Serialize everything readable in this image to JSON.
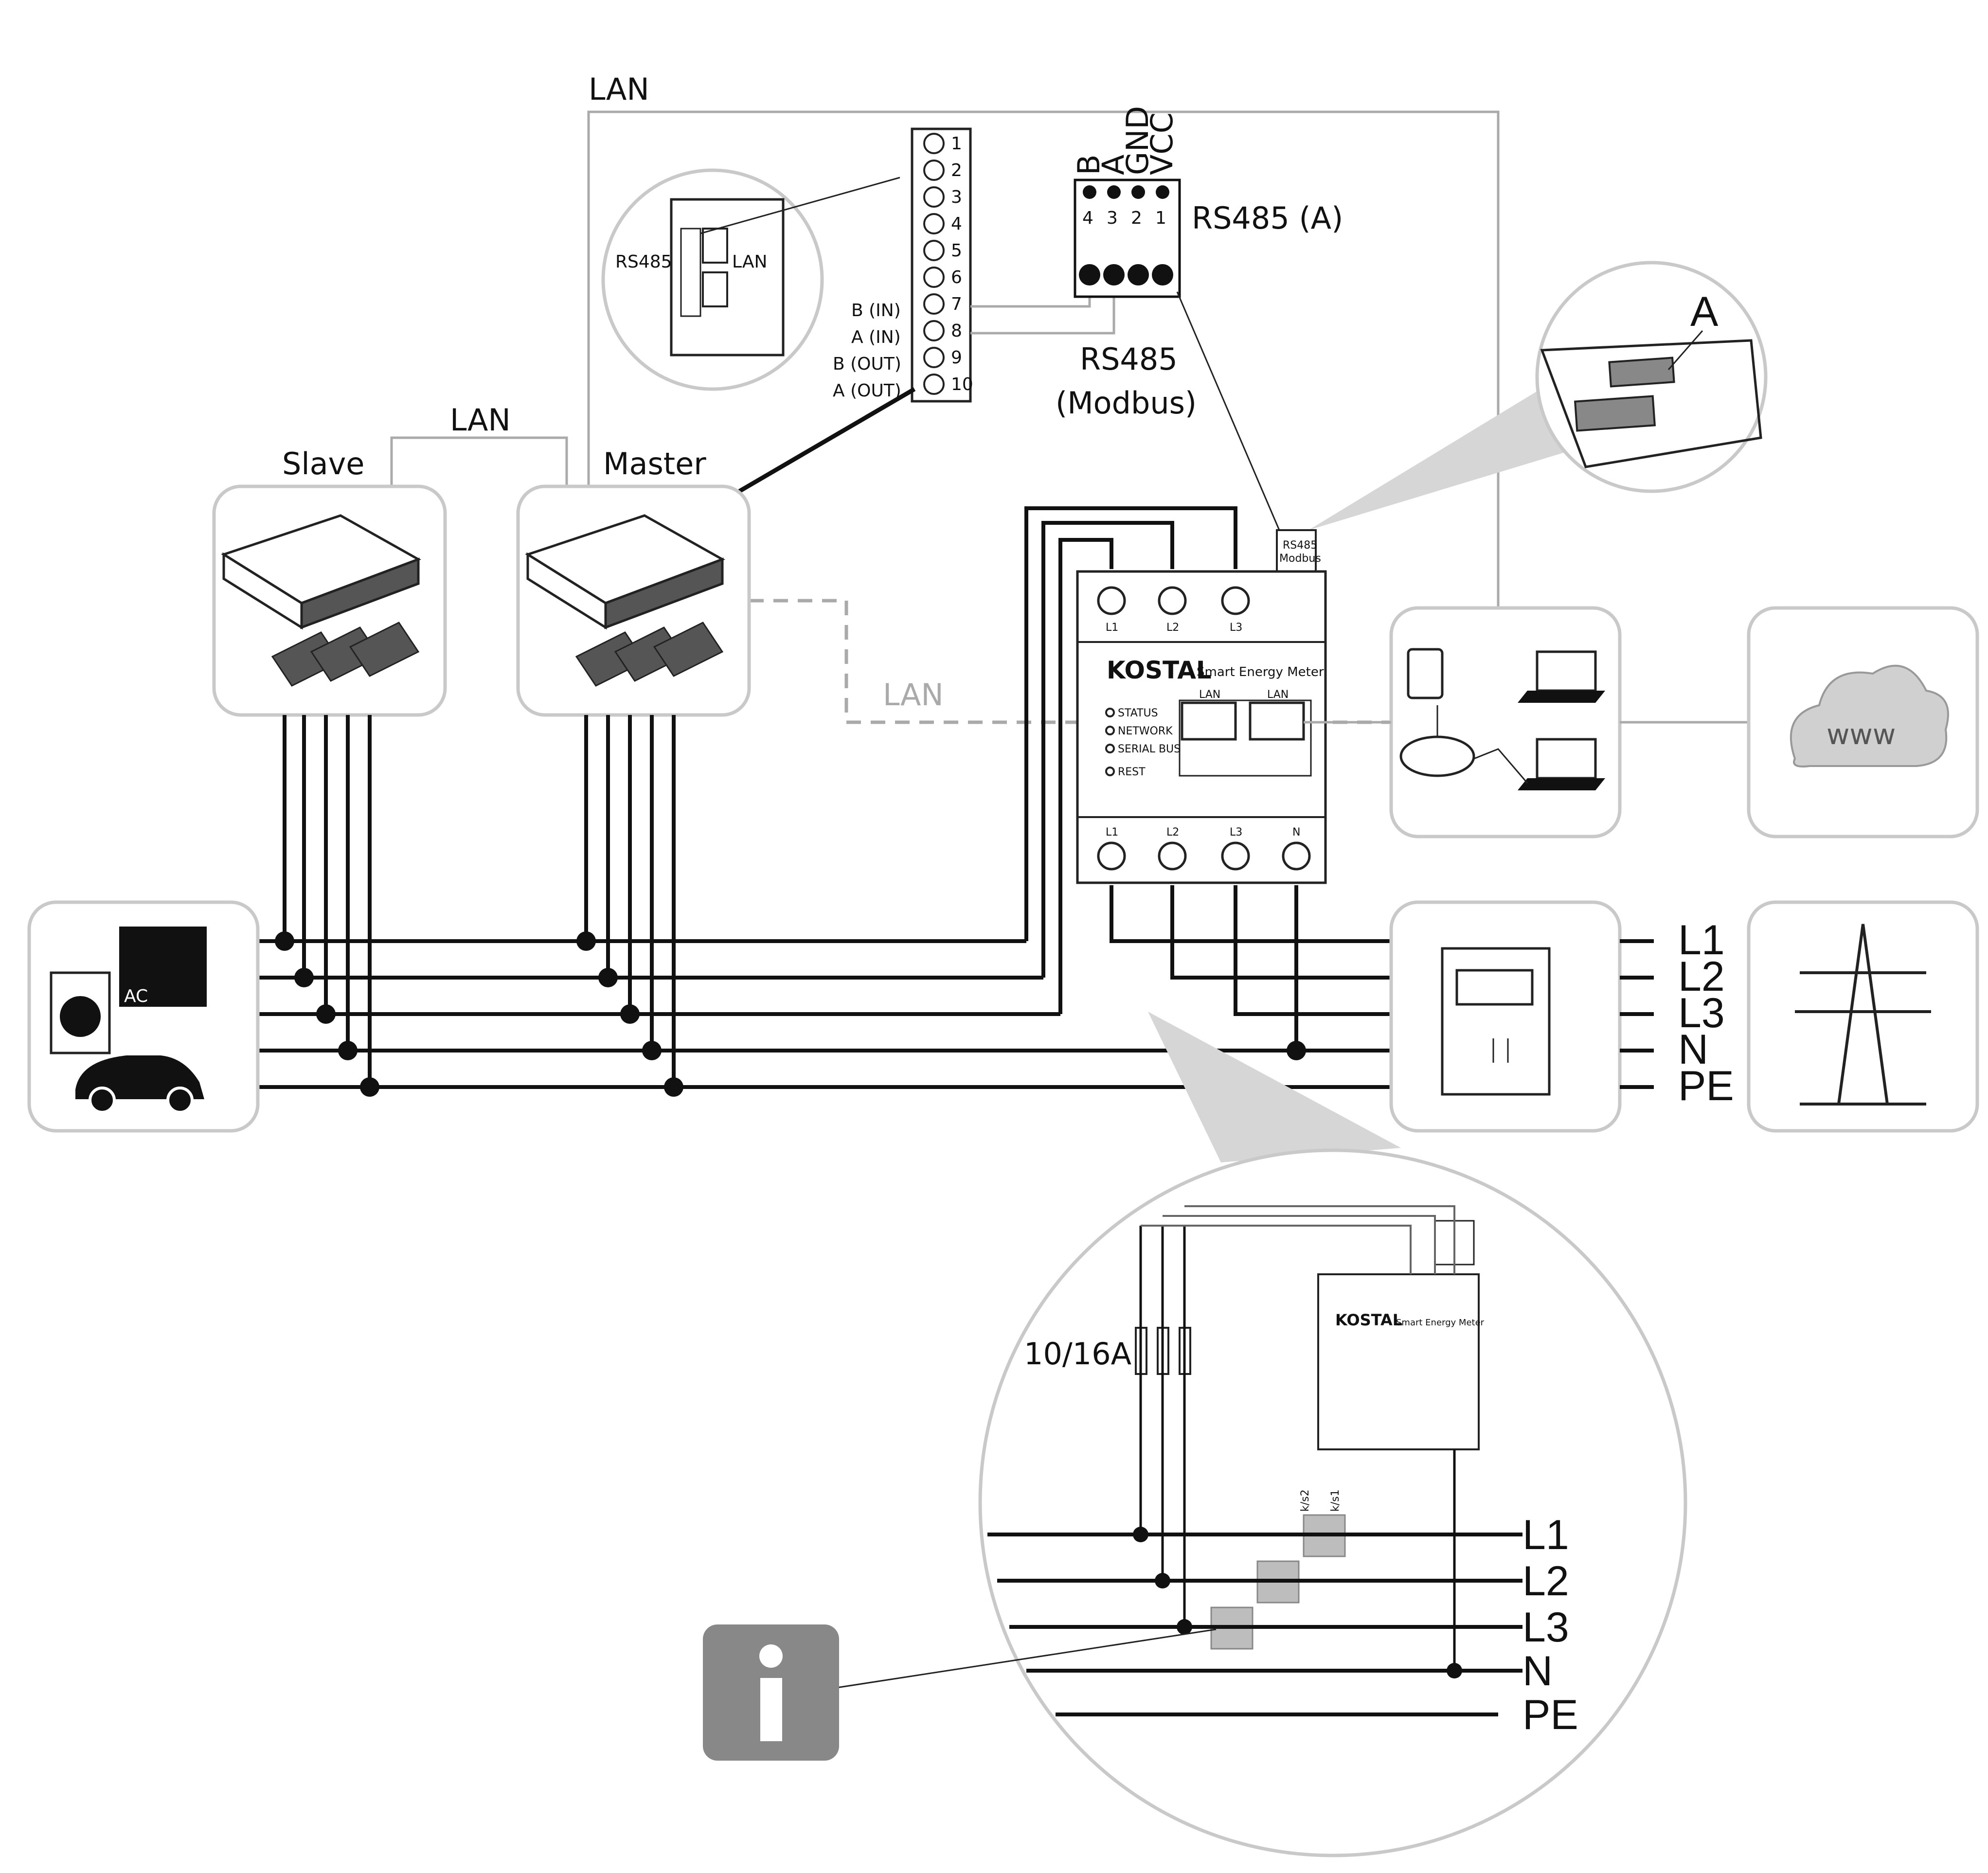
{
  "labels": {
    "lan_top": "LAN",
    "lan_mid": "LAN",
    "lan_dashed": "LAN",
    "slave": "Slave",
    "master": "Master",
    "rs485_a": "RS485 (A)",
    "rs485_modbus_1": "RS485",
    "rs485_modbus_2": "(Modbus)",
    "callout_a": "A",
    "fuse": "10/16A",
    "zoom_rs485": "RS485",
    "zoom_lan": "LAN"
  },
  "terminal_numbers": [
    "1",
    "2",
    "3",
    "4",
    "5",
    "6",
    "7",
    "8",
    "9",
    "10"
  ],
  "terminal_labels": {
    "t7": "B (IN)",
    "t8": "A (IN)",
    "t9": "B (OUT)",
    "t10": "A (OUT)"
  },
  "rs485_connector": {
    "pins": [
      "B",
      "A",
      "GND",
      "VCC"
    ],
    "numbers": [
      "4",
      "3",
      "2",
      "1"
    ]
  },
  "meter": {
    "brand": "KOSTAL",
    "model": "Smart Energy Meter",
    "top_terminals": [
      "L1",
      "L2",
      "L3"
    ],
    "bottom_terminals": [
      "L1",
      "L2",
      "L3",
      "N"
    ],
    "lan_ports": [
      "LAN",
      "LAN"
    ],
    "leds": [
      "STATUS",
      "NETWORK",
      "SERIAL BUS",
      "REST"
    ],
    "rs485_tag_1": "RS485",
    "rs485_tag_2": "Modbus"
  },
  "grid_lines": [
    "L1",
    "L2",
    "L3",
    "N",
    "PE"
  ],
  "loads": {
    "ac_label": "AC"
  },
  "cloud_text": "www",
  "ct_labels": [
    "k/s1",
    "k/s2"
  ],
  "info_icon": "i",
  "icons": [
    "inverter-icon",
    "solar-panel-icon",
    "washing-machine-icon",
    "air-conditioner-icon",
    "car-icon",
    "tablet-icon",
    "laptop-icon",
    "router-icon",
    "cloud-icon",
    "utility-meter-icon",
    "power-pylon-icon",
    "info-icon"
  ],
  "colors": {
    "outline": "#c9c9c9",
    "line": "#111111",
    "info_bg": "#888888",
    "ct": "#bdbdbd"
  }
}
